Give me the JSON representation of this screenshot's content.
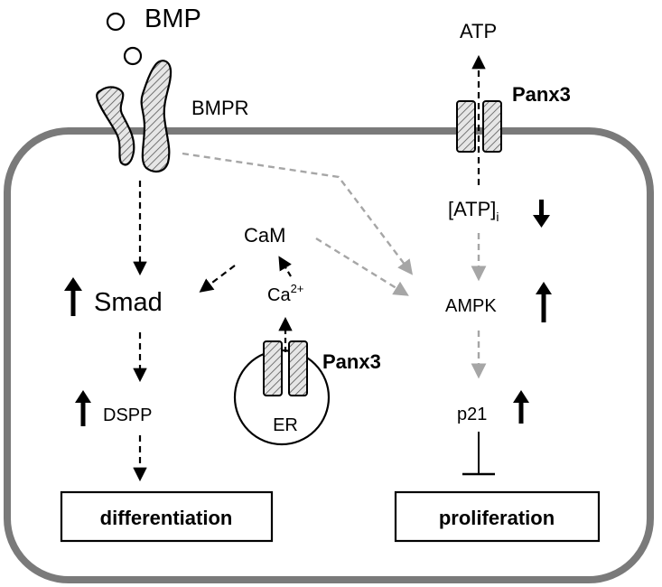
{
  "labels": {
    "bmp": "BMP",
    "bmpr": "BMPR",
    "smad": "Smad",
    "dspp": "DSPP",
    "cam": "CaM",
    "ca_base": "Ca",
    "ca_sup": "2+",
    "panx3_er": "Panx3",
    "er": "ER",
    "atp": "ATP",
    "panx3_membrane": "Panx3",
    "atp_i_base": "[ATP]",
    "atp_i_sub": "i",
    "ampk": "AMPK",
    "p21": "p21"
  },
  "outcomes": {
    "differentiation": "differentiation",
    "proliferation": "proliferation"
  },
  "colors": {
    "membrane": "#7a7a7a",
    "black_arrow": "#000000",
    "gray_arrow": "#a6a6a6",
    "hatch_fill": "#d9d9d9"
  }
}
